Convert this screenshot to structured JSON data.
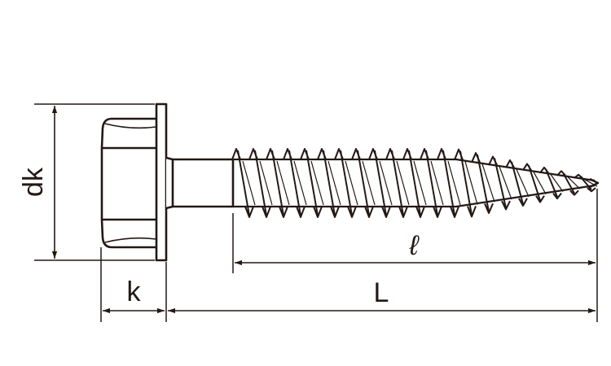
{
  "drawing": {
    "ink_color": "#231815",
    "background_color": "#ffffff",
    "part": "hex-flange-head-screw"
  },
  "labels": {
    "head_diameter": "dk",
    "head_height": "k",
    "thread_length": "ℓ",
    "total_length": "L"
  }
}
